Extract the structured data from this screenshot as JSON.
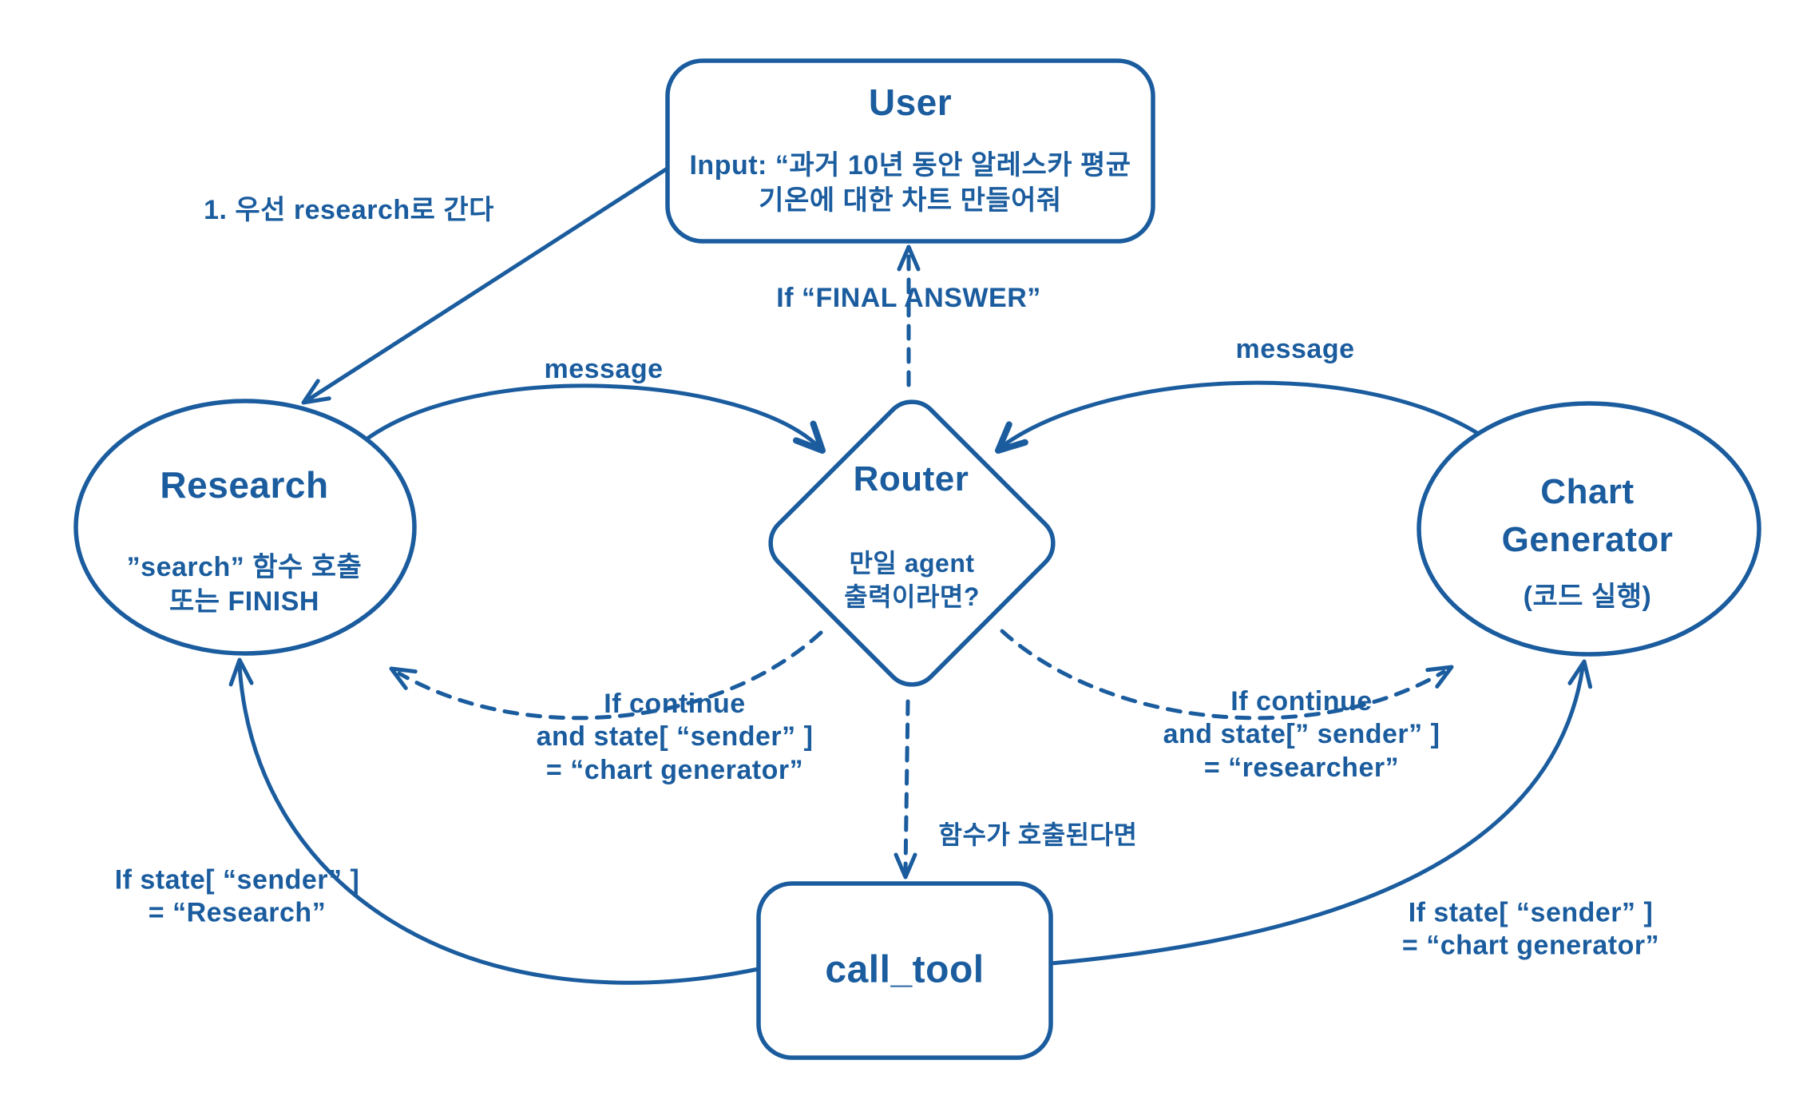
{
  "canvas": {
    "background": "#ffffff",
    "accent": "#1a5c9e"
  },
  "nodes": {
    "user": {
      "title": "User",
      "input_line1": "Input:  “과거 10년 동안 알레스카 평균",
      "input_line2": "기온에 대한 차트 만들어줘"
    },
    "research": {
      "title": "Research",
      "body_line1": "”search” 함수 호출",
      "body_line2": "또는 FINISH"
    },
    "router": {
      "title": "Router",
      "body_line1": "만일 agent",
      "body_line2": "출력이라면?"
    },
    "chart_generator": {
      "title_line1": "Chart",
      "title_line2": "Generator",
      "subtitle": "(코드 실행)"
    },
    "call_tool": {
      "title": "call_tool"
    }
  },
  "edges": {
    "user_to_research": {
      "label": "1. 우선 research로 간다"
    },
    "research_to_router": {
      "label": "message"
    },
    "chart_to_router": {
      "label": "message"
    },
    "router_to_user": {
      "label": "If  “FINAL ANSWER”"
    },
    "router_to_research": {
      "label_line1": "If continue",
      "label_line2": "and state[ “sender” ]",
      "label_line3": "=  “chart generator”"
    },
    "router_to_chart": {
      "label_line1": "If continue",
      "label_line2": "and  state[” sender” ]",
      "label_line3": "=  “researcher”"
    },
    "router_to_call_tool": {
      "label": "함수가 호출된다면"
    },
    "call_tool_to_research": {
      "label_line1": "If state[ “sender” ]",
      "label_line2": "=  “Research”"
    },
    "call_tool_to_chart": {
      "label_line1": "If state[ “sender” ]",
      "label_line2": "=  “chart generator”"
    }
  }
}
